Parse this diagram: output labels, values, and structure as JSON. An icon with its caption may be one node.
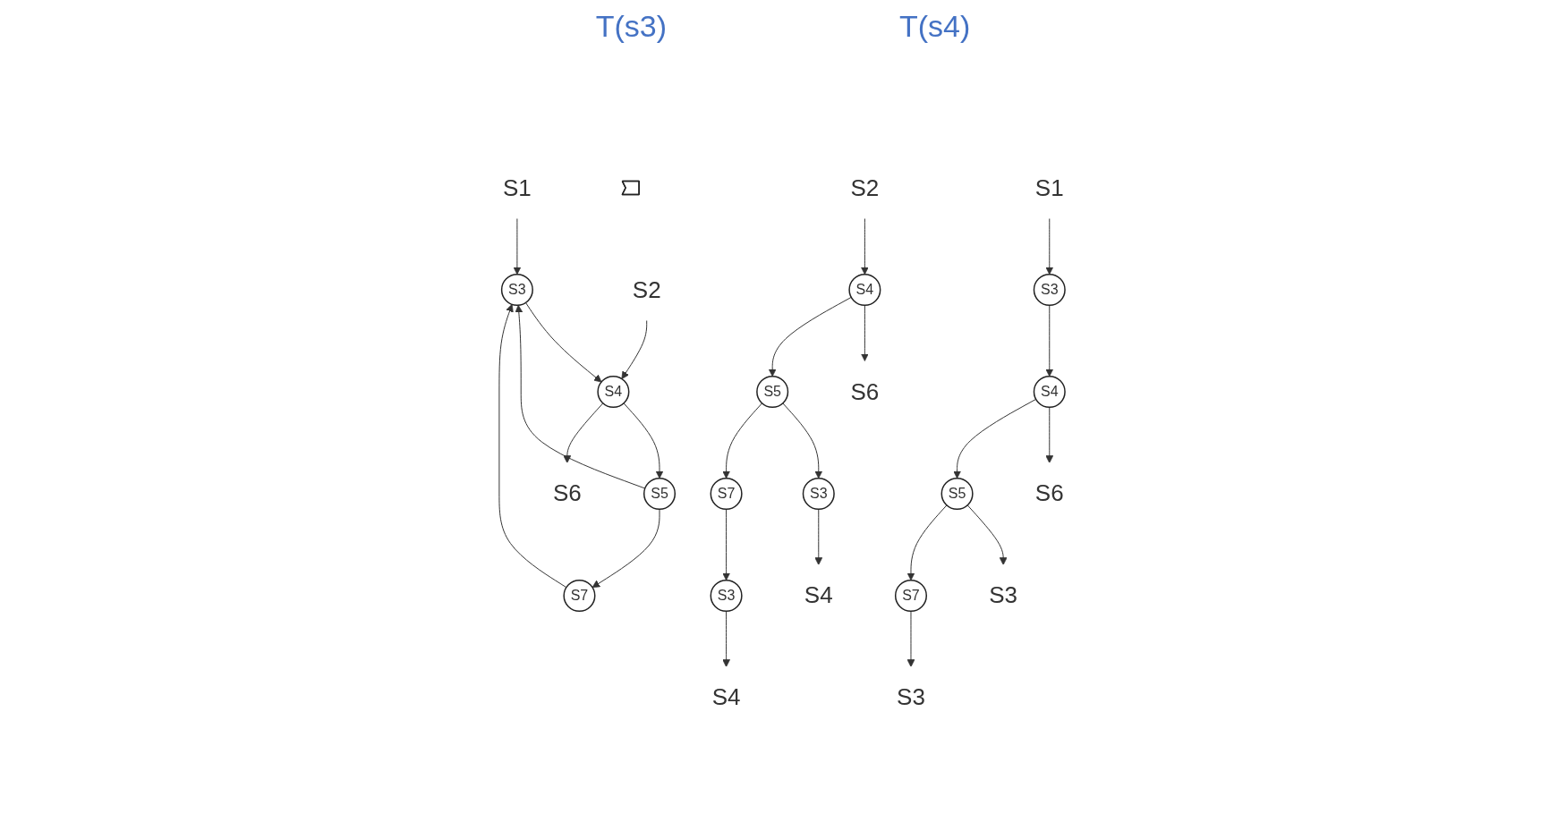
{
  "diagram": {
    "nodes": [
      {
        "text": [
          "S1"
        ]
      },
      {
        "text": [
          "S3"
        ]
      },
      {
        "text": [
          "S2"
        ]
      },
      {
        "text": [
          "S7"
        ]
      },
      {
        "text": [
          "S4"
        ]
      },
      {
        "text": [
          "S5"
        ]
      },
      {
        "text": [
          "S6"
        ]
      },
      {
        "text": [],
        "shape": "arrow"
      },
      {
        "text": [
          "S1"
        ]
      },
      {
        "text": [
          "S3"
        ]
      },
      {
        "text": [
          "S4"
        ]
      },
      {
        "text": [
          "S6"
        ]
      },
      {
        "text": [
          "S5"
        ]
      },
      {
        "text": [
          "S3"
        ]
      },
      {
        "text": [
          "S7"
        ]
      },
      {
        "text": [
          "S3"
        ]
      },
      {
        "text": [
          "S2"
        ]
      },
      {
        "text": [
          "S4"
        ]
      },
      {
        "text": [
          "S6"
        ]
      },
      {
        "text": [
          "S5"
        ]
      },
      {
        "text": [
          "S3"
        ]
      },
      {
        "text": [
          "S7"
        ]
      },
      {
        "text": [
          "S4"
        ]
      },
      {
        "text": [
          "S3"
        ]
      },
      {
        "text": [
          "S4"
        ]
      }
    ],
    "edges": [
      {
        "from": 0,
        "to": 1,
        "arrow": "to"
      },
      {
        "from": 2,
        "to": 4,
        "arrow": "to"
      },
      {
        "from": 1,
        "to": 4,
        "arrow": "to"
      },
      {
        "from": 4,
        "to": 5,
        "arrow": "to"
      },
      {
        "from": 5,
        "to": 1,
        "arrow": "to"
      },
      {
        "from": 5,
        "to": 3,
        "arrow": "to"
      },
      {
        "from": 3,
        "to": 1,
        "arrow": "to"
      },
      {
        "from": 4,
        "to": 6,
        "arrow": "to"
      },
      {
        "from": 8,
        "to": 9,
        "arrow": "to"
      },
      {
        "from": 9,
        "to": 10,
        "arrow": "to"
      },
      {
        "from": 10,
        "to": 11,
        "arrow": "to"
      },
      {
        "from": 10,
        "to": 12,
        "arrow": "to"
      },
      {
        "from": 12,
        "to": 13,
        "arrow": "to"
      },
      {
        "from": 12,
        "to": 14,
        "arrow": "to"
      },
      {
        "from": 14,
        "to": 15,
        "arrow": "to"
      },
      {
        "from": 16,
        "to": 17,
        "arrow": "to"
      },
      {
        "from": 17,
        "to": 18,
        "arrow": "to"
      },
      {
        "from": 17,
        "to": 19,
        "arrow": "to"
      },
      {
        "from": 19,
        "to": 20,
        "arrow": "to"
      },
      {
        "from": 19,
        "to": 21,
        "arrow": "to"
      },
      {
        "from": 20,
        "to": 22,
        "arrow": "to"
      },
      {
        "from": 21,
        "to": 23,
        "arrow": "to"
      },
      {
        "from": 23,
        "to": 24,
        "arrow": "to"
      }
    ],
    "labels": [
      "T(s3)",
      "T(s4)"
    ]
  }
}
